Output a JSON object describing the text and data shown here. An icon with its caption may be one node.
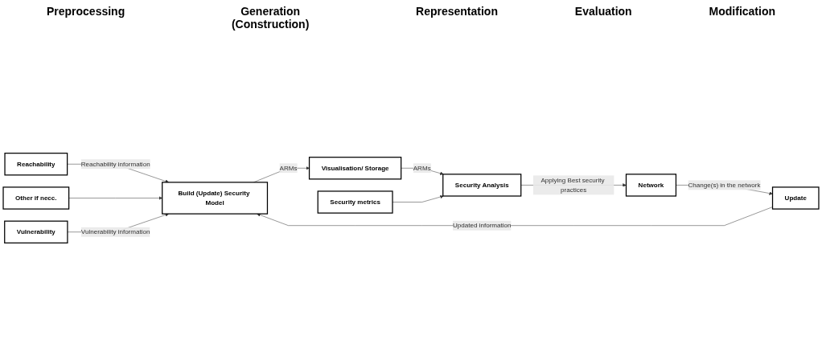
{
  "diagram": {
    "nodes": [
      {
        "text": [
          "Reachability"
        ]
      },
      {
        "text": [
          "Other if necc."
        ]
      },
      {
        "text": [
          "Vulnerability"
        ]
      },
      {
        "text": [
          "Build (Update) Security Model"
        ]
      },
      {
        "text": [
          "Visualisation/ Storage"
        ]
      },
      {
        "text": [
          "Security metrics"
        ]
      },
      {
        "text": [
          "Security Analysis"
        ]
      },
      {
        "text": [
          "Network"
        ]
      },
      {
        "text": [
          "Update"
        ]
      }
    ],
    "edges": [
      {
        "from": 0,
        "to": 3,
        "arrow": "to",
        "label": "Reachability information"
      },
      {
        "from": 1,
        "to": 3,
        "arrow": "to"
      },
      {
        "from": 2,
        "to": 3,
        "arrow": "to",
        "label": "Vulnerability information"
      },
      {
        "from": 3,
        "to": 4,
        "arrow": "to",
        "label": "ARMs"
      },
      {
        "from": 4,
        "to": 6,
        "arrow": "to",
        "label": "ARMs"
      },
      {
        "from": 5,
        "to": 6,
        "arrow": "to"
      },
      {
        "from": 6,
        "to": 7,
        "arrow": "to",
        "label": "Applying Best security practices"
      },
      {
        "from": 7,
        "to": 8,
        "arrow": "to",
        "label": "Change(s) in the network"
      },
      {
        "from": 8,
        "to": 3,
        "arrow": "to",
        "label": "Updated information"
      }
    ],
    "labels": [
      "Preprocessing",
      "Generation (Construction)",
      "Representation",
      "Evaluation",
      "Modification"
    ]
  }
}
